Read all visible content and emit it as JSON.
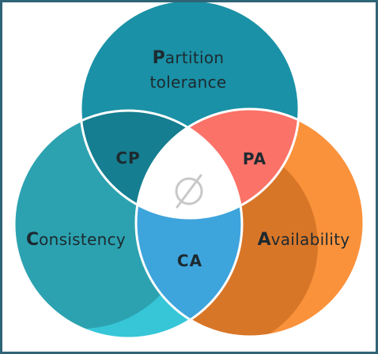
{
  "colors": {
    "frame": "#2f6477",
    "partition": "#1a91a6",
    "partition_shadow": "#157e90",
    "consistency": "#36c6d8",
    "consistency_shadow": "#2ca2b0",
    "availability": "#fa923c",
    "availability_shadow": "#d87628",
    "cp": "#1aada5",
    "pa": "#fb7268",
    "ca": "#3ea4dc",
    "center": "#ffffff",
    "empty_symbol": "#c8c8c8"
  },
  "circles": {
    "partition": {
      "initial": "P",
      "rest_line1": "artition",
      "line2": "tolerance"
    },
    "consistency": {
      "initial": "C",
      "rest": "onsistency"
    },
    "availability": {
      "initial": "A",
      "rest": "vailability"
    }
  },
  "intersections": {
    "cp": "CP",
    "pa": "PA",
    "ca": "CA",
    "center_icon": "empty-set-icon"
  }
}
